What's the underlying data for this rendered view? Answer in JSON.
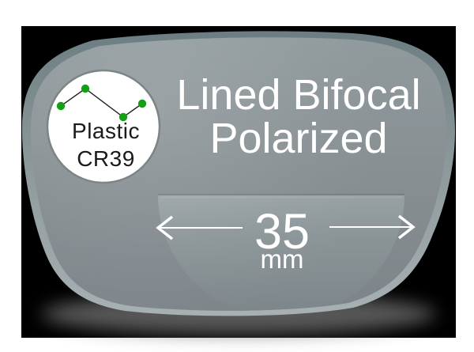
{
  "title": {
    "line1": "Lined Bifocal",
    "line2": "Polarized"
  },
  "badge": {
    "line1": "Plastic",
    "line2": "CR39",
    "icon": "polymer-chain-icon"
  },
  "measurement": {
    "value": "35",
    "unit": "mm"
  },
  "colors": {
    "background_black": "#000000",
    "page_white": "#ffffff",
    "text_white": "#ffffff",
    "marker_green": "#14a014",
    "chain_line_black": "#222222",
    "badge_fill_white": "#ffffff",
    "badge_border_gray": "#7b8486",
    "badge_text_black": "#1a1a1a",
    "lens_body_gray": "#879093",
    "lens_rim_gray": "#97a2a4",
    "segment_gray": "#8b9598",
    "segment_line_gray": "#6b7578"
  }
}
